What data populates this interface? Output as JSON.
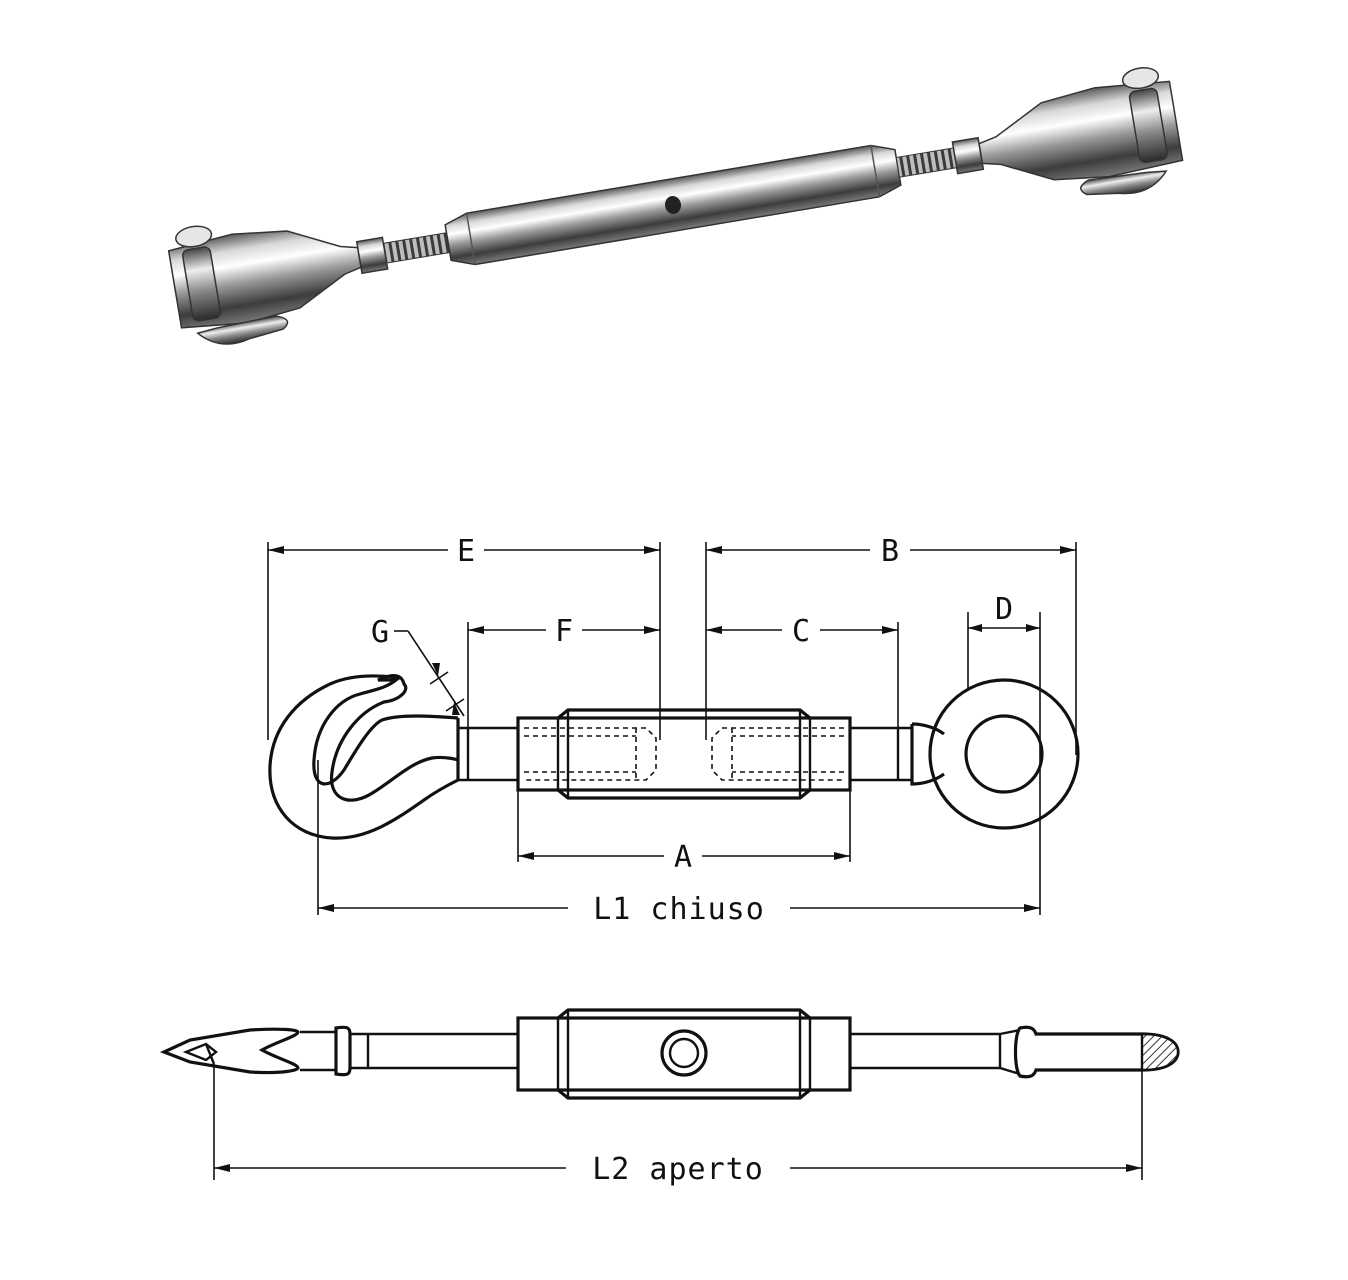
{
  "photo": {
    "subject": "turnbuckle-jaw-jaw-photo"
  },
  "drawing_top": {
    "labels": {
      "E": "E",
      "B": "B",
      "G": "G",
      "F": "F",
      "C": "C",
      "D": "D",
      "A": "A",
      "L1": "L1 chiuso"
    }
  },
  "drawing_bottom": {
    "labels": {
      "L2": "L2 aperto"
    }
  }
}
